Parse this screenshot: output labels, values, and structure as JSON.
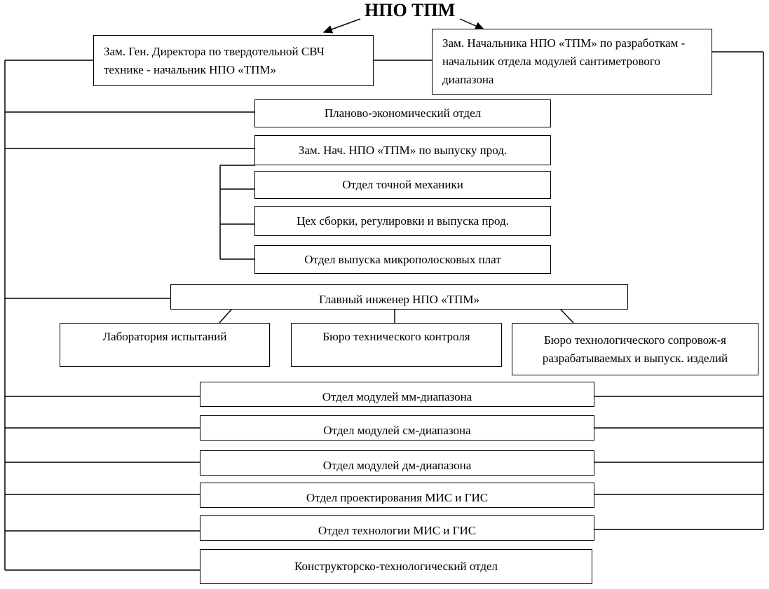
{
  "title": "НПО ТПМ",
  "boxes": {
    "deputy_director": "Зам. Ген. Директора по твердотельной СВЧ технике - начальник НПО «ТПМ»",
    "deputy_head_dev": "Зам. Начальника НПО «ТПМ» по разработкам - начальник отдела модулей сантиметрового диапазона",
    "planning_dept": "Планово-экономический отдел",
    "deputy_production": "Зам. Нач. НПО «ТПМ» по выпуску прод.",
    "precision_mech": "Отдел точной механики",
    "assembly_shop": "Цех сборки, регулировки и выпуска прод.",
    "microstrip_dept": "Отдел выпуска микрополосковых плат",
    "chief_engineer": "Главный инженер НПО «ТПМ»",
    "test_lab": "Лаборатория испытаний",
    "qc_bureau": "Бюро технического контроля",
    "tech_support_bureau": "Бюро технологического сопровож-я разрабатываемых и выпуск. изделий",
    "mm_dept": "Отдел модулей мм-диапазона",
    "cm_dept": "Отдел модулей см-диапазона",
    "dm_dept": "Отдел модулей дм-диапазона",
    "mis_design_dept": "Отдел проектирования МИС и ГИС",
    "mis_tech_dept": "Отдел технологии МИС и ГИС",
    "design_tech_dept": "Конструкторско-технологический отдел"
  }
}
